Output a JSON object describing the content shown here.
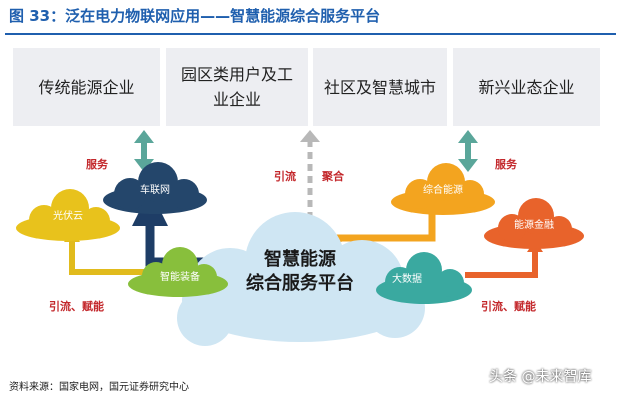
{
  "figure": {
    "title": "图 33：泛在电力物联网应用——智慧能源综合服务平台",
    "source": "资料来源：国家电网，国元证券研究中心",
    "watermark": "头条 @未来智库"
  },
  "top_boxes": [
    {
      "label": "传统能源企业"
    },
    {
      "label": "园区类用户及工业企业"
    },
    {
      "label": "社区及智慧城市"
    },
    {
      "label": "新兴业态企业"
    }
  ],
  "center": {
    "line1": "智慧能源",
    "line2": "综合服务平台"
  },
  "clouds": {
    "che_lian_wang": "车联网",
    "guang_fu_yun": "光伏云",
    "zhi_neng_zhuang_bei": "智能装备",
    "zong_he_neng_yuan": "综合能源",
    "neng_yuan_jin_rong": "能源金融",
    "da_shu_ju": "大数据"
  },
  "arrow_labels": {
    "left_service": "服务",
    "right_service": "服务",
    "yin_liu": "引流",
    "ju_he": "聚合",
    "left_bottom": "引流、赋能",
    "right_bottom": "引流、赋能"
  },
  "colors": {
    "title_blue": "#1f5fae",
    "navy_cloud": "#24466b",
    "yellow_cloud": "#e8c21c",
    "green_cloud": "#88bf3c",
    "orange_cloud": "#f3a41f",
    "red_orange_cloud": "#e8632b",
    "teal_cloud": "#3aa9a0",
    "center_cloud": "#cfe6f3",
    "label_red": "#c3272b"
  }
}
